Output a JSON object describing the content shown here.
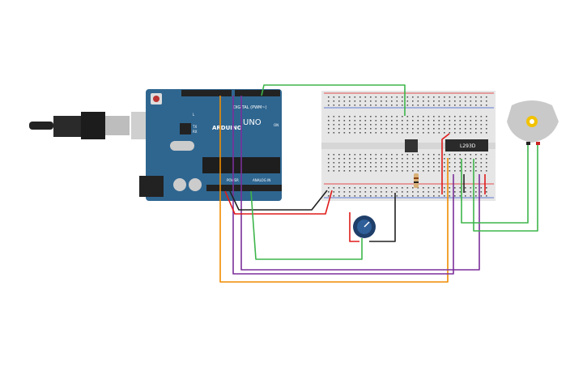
{
  "arduino": {
    "brand": "ARDUINO",
    "model": "UNO",
    "digital_label": "DIGITAL (PWM~)",
    "power_label": "POWER",
    "analog_label": "ANALOG IN",
    "on_label": "ON",
    "tx_label": "TX",
    "rx_label": "RX",
    "l_label": "L"
  },
  "ic": {
    "label": "L293D"
  },
  "colors": {
    "board": "#2f6690",
    "breadboard": "#e6e6e6",
    "wire_green": "#3db54a",
    "wire_orange": "#f08c00",
    "wire_purple": "#7b2f9a",
    "wire_red": "#e01b1b",
    "wire_black": "#222222"
  }
}
